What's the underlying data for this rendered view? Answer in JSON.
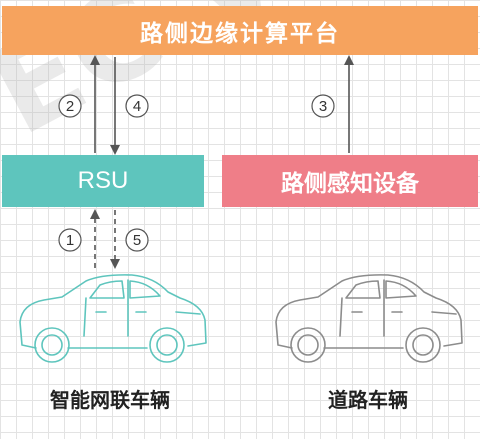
{
  "diagram": {
    "platform_label": "路侧边缘计算平台",
    "rsu_label": "RSU",
    "sensor_label": "路侧感知设备",
    "connected_vehicle_label": "智能网联车辆",
    "road_vehicle_label": "道路车辆",
    "steps": {
      "s1": "1",
      "s2": "2",
      "s3": "3",
      "s4": "4",
      "s5": "5"
    },
    "colors": {
      "platform": "#f6a35e",
      "rsu": "#5ec5bd",
      "sensor": "#ef7e88",
      "connected_car": "#5ec5bd",
      "road_car": "#8c8c8c"
    },
    "icons": [
      "car-icon",
      "car-icon"
    ]
  }
}
